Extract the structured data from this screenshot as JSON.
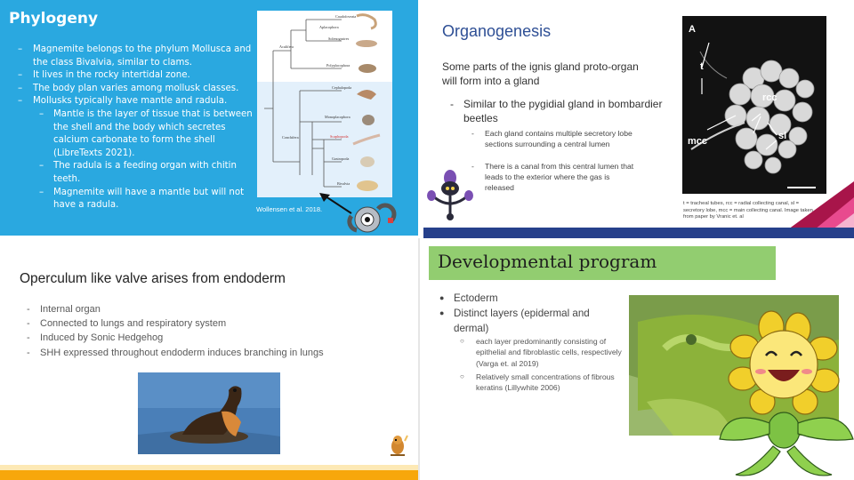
{
  "slide1": {
    "title": "Phylogeny",
    "bullets": [
      {
        "text": "Magnemite belongs to the phylum Mollusca and the class Bivalvia, similar to clams.",
        "level": 1
      },
      {
        "text": "It lives in the rocky intertidal zone.",
        "level": 1
      },
      {
        "text": "The body plan varies among mollusk classes.",
        "level": 1
      },
      {
        "text": "Mollusks typically have mantle and radula.",
        "level": 1
      },
      {
        "text": "Mantle is the layer of tissue that is between the shell and the body which secretes calcium carbonate to form the shell (LibreTexts 2021).",
        "level": 2
      },
      {
        "text": "The radula is a feeding organ with chitin teeth.",
        "level": 2
      },
      {
        "text": "Magnemite will have a mantle but will not have a radula.",
        "level": 2
      }
    ],
    "tree_labels": {
      "aculifera": "Aculifera",
      "aplacophora": "Aplacophora",
      "caudofoveata": "Caudofoveata",
      "solenogastres": "Solenogastres",
      "polyplacophora": "Polyplacophora",
      "conchifera": "Conchifera",
      "cephalopoda": "Cephalopoda",
      "monoplacophora": "Monoplacophora",
      "scaphopoda": "Scaphopoda",
      "gastropoda": "Gastropoda",
      "bivalvia": "Bivalvia"
    },
    "caption": "Wollensen et al. 2018."
  },
  "slide2": {
    "title": "Organogenesis",
    "paragraph": "Some parts of the ignis gland proto-organ will form into a gland",
    "bullet": "Similar to the pygidial gland in bombardier beetles",
    "subbullets": [
      "Each gland contains multiple secretory lobe sections surrounding a central lumen",
      "There is a canal from this central lumen that leads to the exterior where the gas is released"
    ],
    "micro_labels": {
      "panel": "A",
      "t": "t",
      "rcc": "rcc",
      "sl": "sl",
      "mcc": "mcc"
    },
    "micro_caption": "t = tracheal tubes, rcc = radial collecting canal, sl = secretory lobe, mcc = main collecting canal. Image taken from paper by Vranic et. al"
  },
  "slide3": {
    "title": "Operculum like valve arises from endoderm",
    "bullets": [
      "Internal organ",
      "Connected to lungs and respiratory system",
      "Induced by Sonic Hedgehog",
      "SHH expressed throughout endoderm induces branching in lungs"
    ]
  },
  "slide4": {
    "title": "Developmental program",
    "bullets": [
      "Ectoderm",
      "Distinct layers (epidermal and dermal)"
    ],
    "subbullets": [
      "each layer predominantly consisting of epithelial and fibroblastic cells, respectively (Varga et. al 2019)",
      "Relatively small concentrations of fibrous keratins (Lillywhite 2006)"
    ]
  },
  "colors": {
    "slide1_bg": "#2aa8e0",
    "slide2_title": "#2e4f95",
    "slide2_bar": "#26408b",
    "slide4_title_box": "#92cd70",
    "slide3_stripe": "#f7a70b"
  }
}
